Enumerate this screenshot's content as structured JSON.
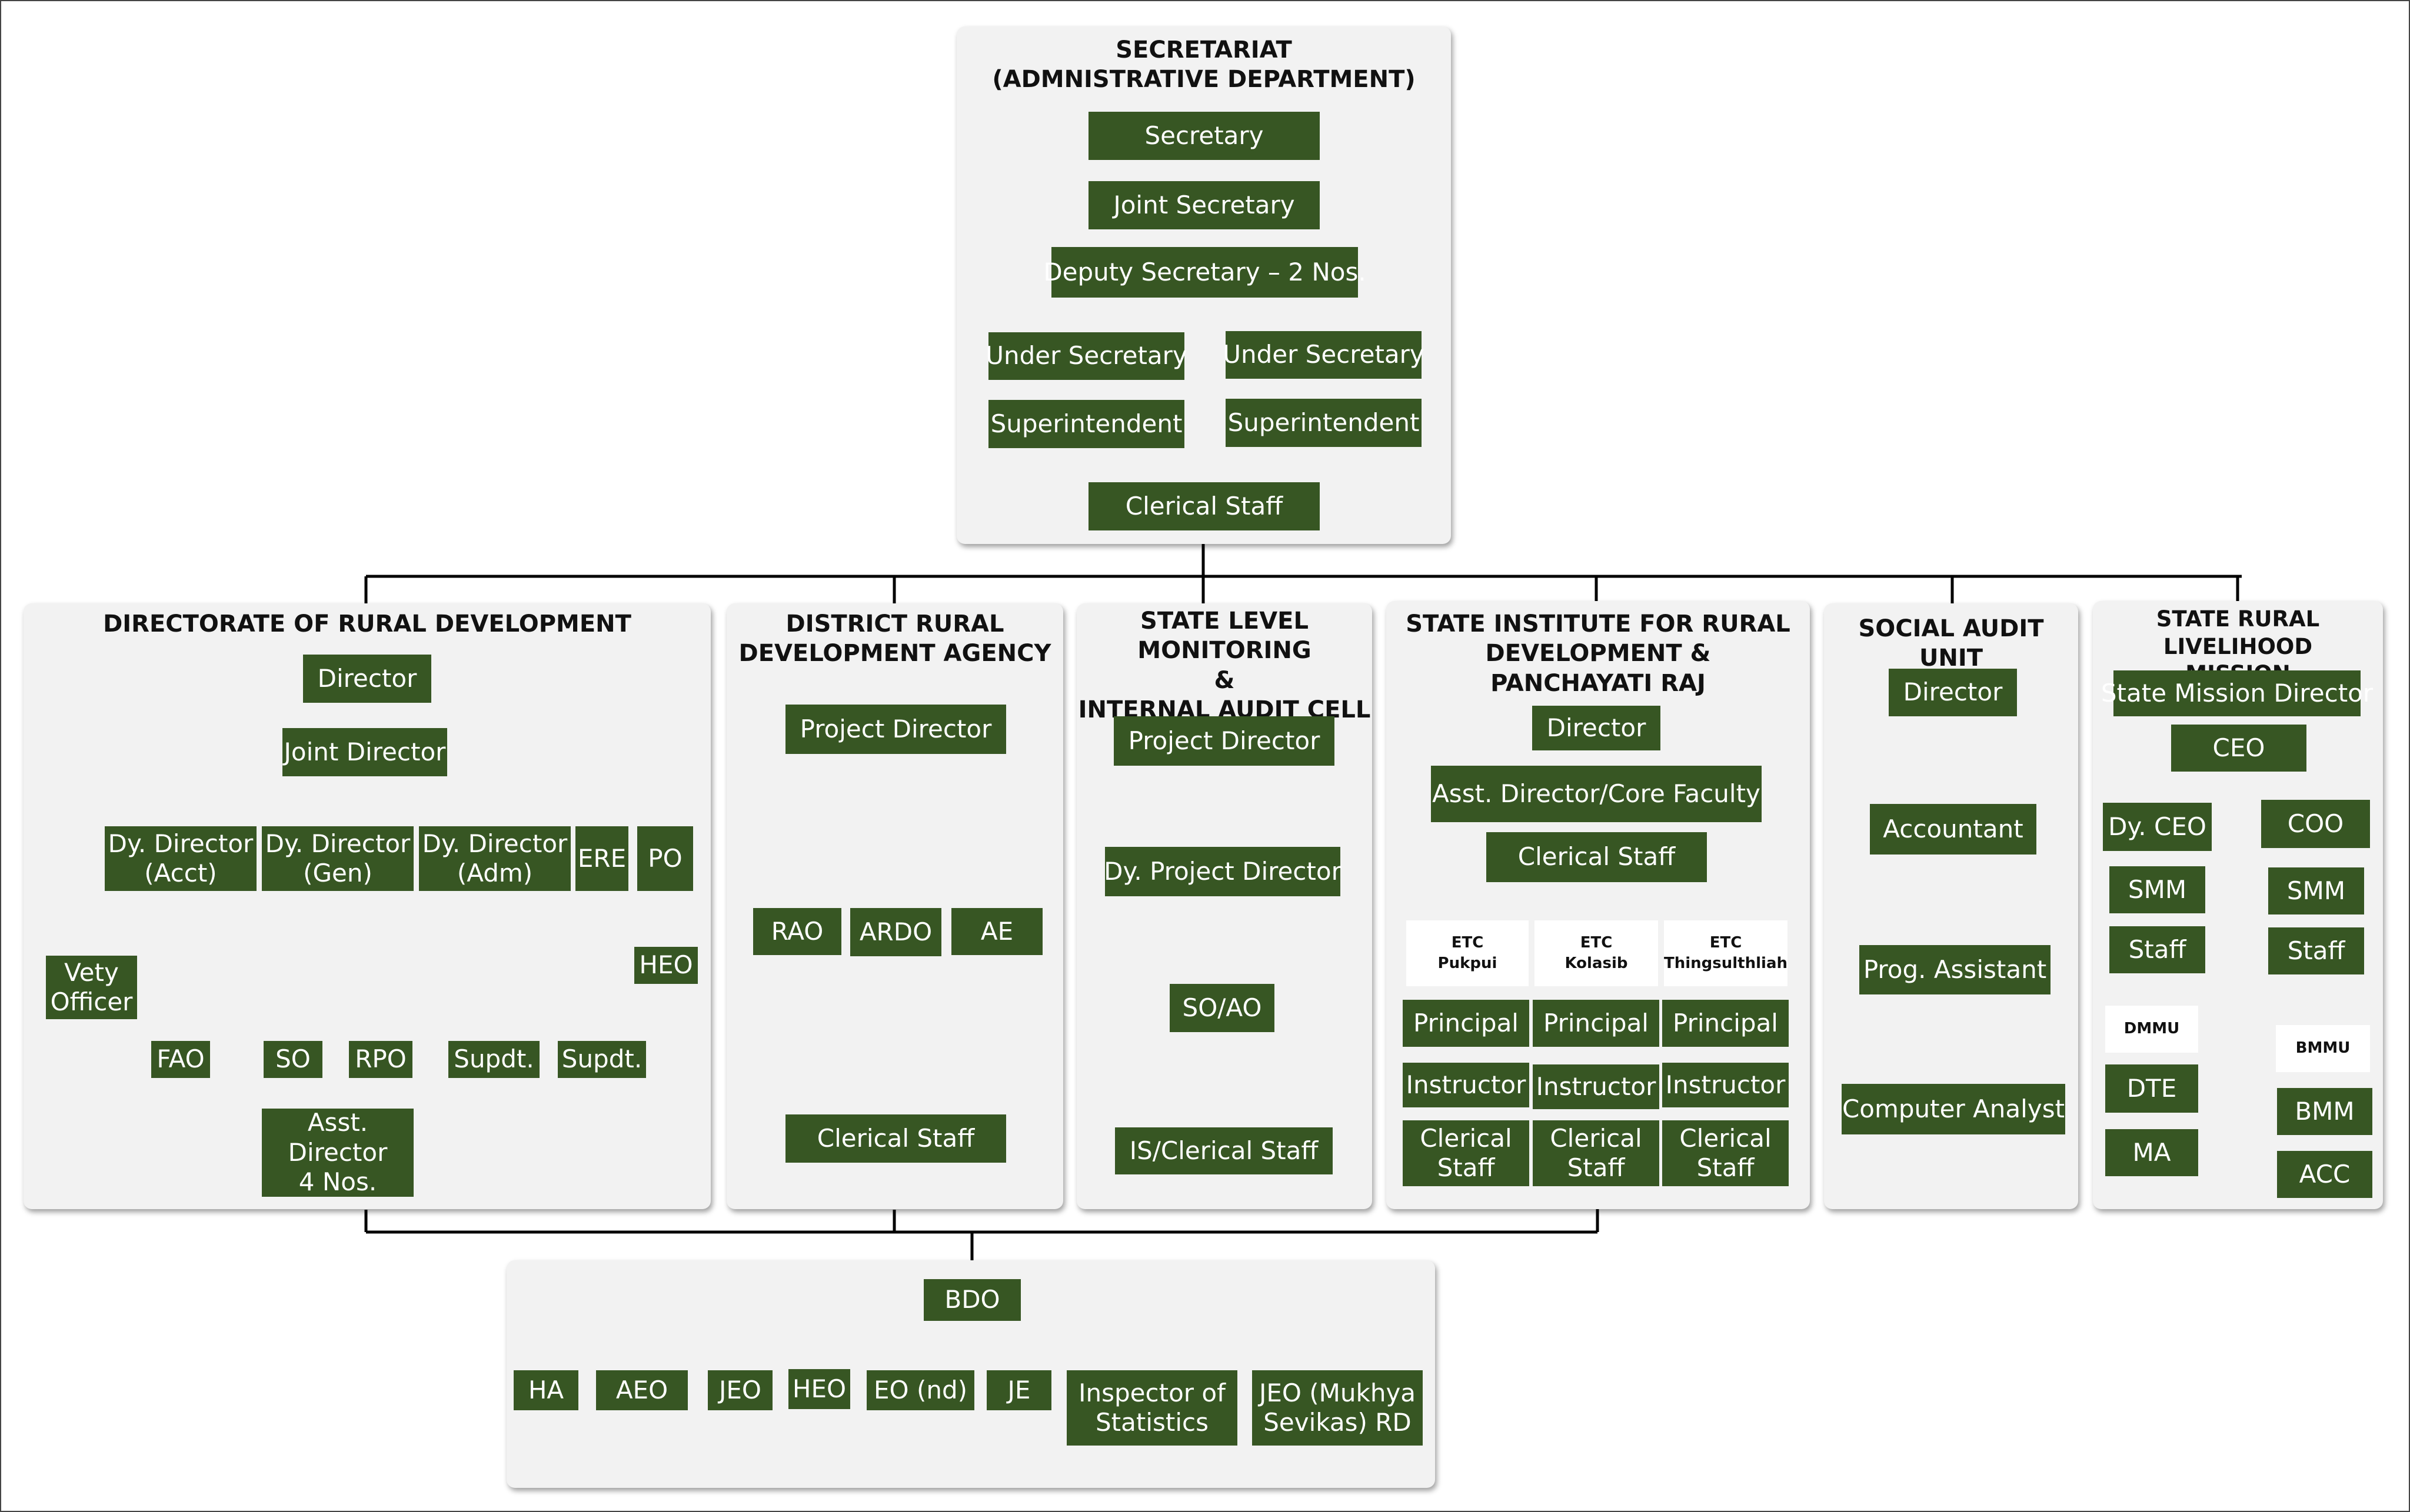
{
  "colors": {
    "node_fill": "#375623",
    "node_text": "#ffffff",
    "panel_fill": "#f2f2f2",
    "line": "#000000"
  },
  "secretariat": {
    "title_line1": "SECRETARIAT",
    "title_line2": "(ADMNISTRATIVE DEPARTMENT)",
    "secretary": "Secretary",
    "joint_secretary": "Joint Secretary",
    "deputy_secretary": "Deputy Secretary – 2 Nos.",
    "under_secretary": "Under Secretary",
    "superintendent": "Superintendent",
    "clerical_staff": "Clerical Staff"
  },
  "directorate": {
    "title": "DIRECTORATE OF RURAL DEVELOPMENT",
    "director": "Director",
    "joint_director": "Joint Director",
    "dy_director_acct_1": "Dy. Director",
    "dy_director_acct_2": "(Acct)",
    "dy_director_gen_1": "Dy. Director",
    "dy_director_gen_2": "(Gen)",
    "dy_director_adm_1": "Dy. Director",
    "dy_director_adm_2": "(Adm)",
    "ere": "ERE",
    "po": "PO",
    "vety_1": "Vety",
    "vety_2": "Officer",
    "fao": "FAO",
    "so": "SO",
    "rpo": "RPO",
    "asst_director_1": "Asst.",
    "asst_director_2": "Director",
    "asst_director_3": "4 Nos.",
    "supdt": "Supdt.",
    "heo": "HEO"
  },
  "drda": {
    "title_line1": "DISTRICT RURAL",
    "title_line2": "DEVELOPMENT AGENCY",
    "project_director": "Project Director",
    "rao": "RAO",
    "ardo": "ARDO",
    "ae": "AE",
    "clerical_staff": "Clerical Staff"
  },
  "monitoring": {
    "title_line1": "STATE LEVEL MONITORING",
    "title_line2": "&",
    "title_line3": "INTERNAL AUDIT CELL",
    "project_director": "Project Director",
    "dy_project_director": "Dy. Project Director",
    "so_ao": "SO/AO",
    "is_clerical": "IS/Clerical Staff"
  },
  "sirdpr": {
    "title_line1": "STATE INSTITUTE FOR RURAL",
    "title_line2": "DEVELOPMENT &",
    "title_line3": "PANCHAYATI RAJ",
    "director": "Director",
    "asst_director": "Asst. Director/Core Faculty",
    "clerical_staff": "Clerical Staff",
    "etc_label": "ETC",
    "etc_places": [
      "Pukpui",
      "Kolasib",
      "Thingsulthliah"
    ],
    "principal": "Principal",
    "instructor": "Instructor",
    "clerical_1": "Clerical",
    "clerical_2": "Staff"
  },
  "social_audit": {
    "title": "SOCIAL AUDIT UNIT",
    "director": "Director",
    "accountant": "Accountant",
    "prog_assistant": "Prog. Assistant",
    "computer_analyst": "Computer Analyst"
  },
  "srlm": {
    "title_line1": "STATE RURAL LIVELIHOOD",
    "title_line2": "MISSION",
    "state_mission_director": "State Mission Director",
    "ceo": "CEO",
    "dy_ceo": "Dy. CEO",
    "coo": "COO",
    "smm": "SMM",
    "staff": "Staff",
    "dmmu": "DMMU",
    "bmmu": "BMMU",
    "dte": "DTE",
    "ma": "MA",
    "bmm": "BMM",
    "acc": "ACC"
  },
  "block": {
    "bdo": "BDO",
    "ha": "HA",
    "aeo": "AEO",
    "jeo": "JEO",
    "heo": "HEO",
    "eo": "EO (nd)",
    "je": "JE",
    "inspector_1": "Inspector of",
    "inspector_2": "Statistics",
    "jeo_mukhya_1": "JEO (Mukhya",
    "jeo_mukhya_2": "Sevikas) RD"
  }
}
